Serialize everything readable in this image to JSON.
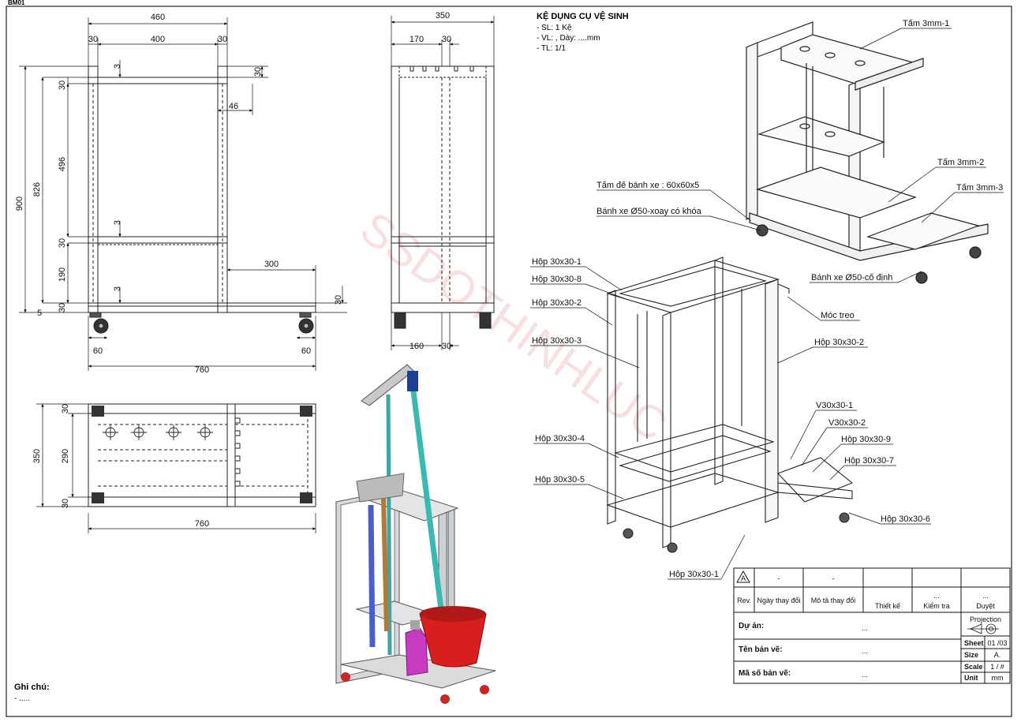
{
  "sheet_code": "BM01",
  "title_block_note": {
    "title": "KỆ DỤNG CỤ VỆ SINH",
    "lines": [
      "- SL: 1 Kệ",
      "- VL: , Dày: ....mm",
      "- TL: 1/1"
    ]
  },
  "watermark": "SSDOTHINHLUC",
  "front_view": {
    "dims": {
      "overall_top": "460",
      "inner_top": "400",
      "left_30": "30",
      "right_30": "30",
      "top_3": "3",
      "top_30_right": "30",
      "side_30_a": "30",
      "dim_46": "46",
      "dim_496": "496",
      "dim_826": "826",
      "dim_900": "900",
      "mid_3": "3",
      "side_30_b": "30",
      "dim_300": "300",
      "dim_190": "190",
      "low_3": "3",
      "side_30_c": "30",
      "right_30_low": "30",
      "dim_5": "5",
      "wheel_60_left": "60",
      "wheel_60_right": "60",
      "overall_bottom": "760"
    }
  },
  "side_view": {
    "dims": {
      "overall": "350",
      "d170": "170",
      "d30_top": "30",
      "d160": "160",
      "d30_bot": "30"
    }
  },
  "top_view": {
    "dims": {
      "overall_h": "350",
      "d30_top": "30",
      "d290": "290",
      "d30_bot": "30",
      "overall_w": "760"
    }
  },
  "iso_top_labels": [
    "Tấm 3mm-1",
    "Tấm 3mm-2",
    "Tấm 3mm-3",
    "Tấm đế bánh xe : 60x60x5",
    "Bánh xe Ø50-xoay có khóa",
    "Bánh xe Ø50-cố định"
  ],
  "iso_bottom_labels": [
    "Hộp 30x30-1",
    "Hộp 30x30-8",
    "Hộp 30x30-2",
    "Hộp 30x30-3",
    "Móc treo",
    "Hộp 30x30-2",
    "V30x30-1",
    "V30x30-2",
    "Hộp 30x30-9",
    "Hộp 30x30-4",
    "Hộp 30x30-7",
    "Hộp 30x30-5",
    "Hộp 30x30-6",
    "Hộp 30x30-1"
  ],
  "title_block": {
    "rev_marker": "A",
    "rev_top_1": "-",
    "rev_top_2": "-",
    "col_rev": "Rev.",
    "col_date": "Ngày thay đổi",
    "col_desc": "Mô tả thay đổi",
    "col_design": "Thiết kế",
    "col_check": "Kiểm tra",
    "col_approve": "Duyệt",
    "check_val": "...",
    "approve_val": "...",
    "project_label": "Dự án:",
    "project_val": "...",
    "drawing_name_label": "Tên bản vẽ:",
    "drawing_name_val": "...",
    "drawing_no_label": "Mã số bản vẽ:",
    "drawing_no_val": "...",
    "projection_label": "Projection",
    "sheet_label": "Sheet",
    "sheet_val": "01 /03",
    "size_label": "Size",
    "size_val": "A.",
    "scale_label": "Scale",
    "scale_val": "1 / #",
    "unit_label": "Unit",
    "unit_val": "mm"
  },
  "notes": {
    "label": "Ghi chú:",
    "value": "- ....."
  }
}
